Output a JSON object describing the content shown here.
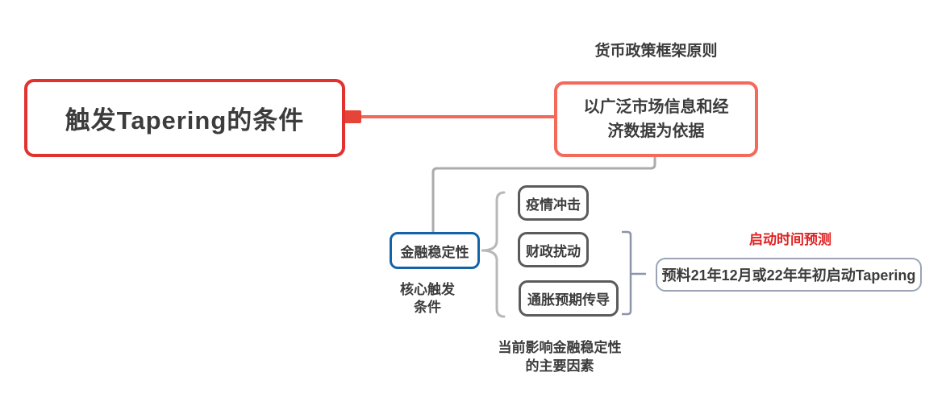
{
  "colors": {
    "root_border": "#e23230",
    "framework_border": "#f4695a",
    "connector_red": "#f2695a",
    "connector_square": "#e64438",
    "financial_border": "#1463a6",
    "factor_border": "#5b5b5b",
    "prediction_border": "#9aa4b6",
    "callout_red": "#e02222",
    "text": "#3c3c3c",
    "connector_gray": "#ababab",
    "brace_gray": "#b8b8b8",
    "bracket_gray": "#8b94a9",
    "canvas_bg": "#ffffff"
  },
  "nodes": {
    "root": {
      "label": "触发Tapering的条件"
    },
    "framework": {
      "callout": "货币政策框架原则",
      "label": "以广泛市场信息和经济数据为依据"
    },
    "financial_stability": {
      "label": "金融稳定性",
      "callout": "核心触发条件"
    },
    "factors": {
      "items": [
        {
          "label": "疫情冲击"
        },
        {
          "label": "财政扰动"
        },
        {
          "label": "通胀预期传导"
        }
      ],
      "callout": "当前影响金融稳定性的主要因素"
    },
    "prediction": {
      "callout": "启动时间预测",
      "label": "预料21年12月或22年年初启动Tapering"
    }
  }
}
